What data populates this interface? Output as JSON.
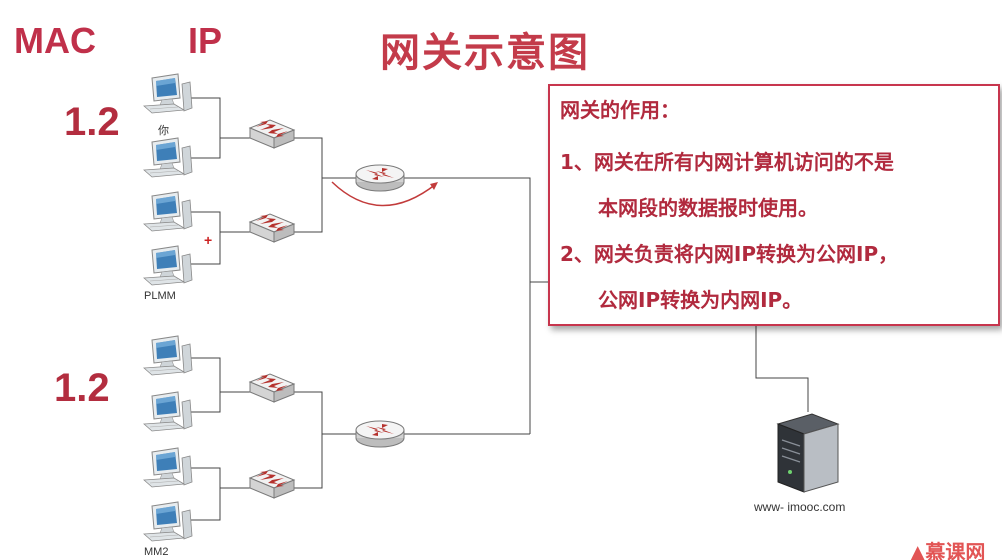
{
  "header": {
    "mac": "MAC",
    "ip": "IP",
    "title": "网关示意图"
  },
  "network": {
    "top_ip": "1.2",
    "bottom_ip": "1.2",
    "pc_label_you": "你",
    "pc_label_plmm": "PLMM",
    "pc_label_mm2": "MM2",
    "plus": "+",
    "server_label": "www- imooc.com"
  },
  "info": {
    "heading": "网关的作用：",
    "line1": "1、网关在所有内网计算机访问的不是",
    "line2": "本网段的数据报时使用。",
    "line3": "2、网关负责将内网IP转换为公网IP，",
    "line4": "公网IP转换为内网IP。"
  },
  "brand": "慕课网",
  "colors": {
    "accent": "#c33b4a",
    "device_red": "#b5322e",
    "line": "#444444"
  }
}
